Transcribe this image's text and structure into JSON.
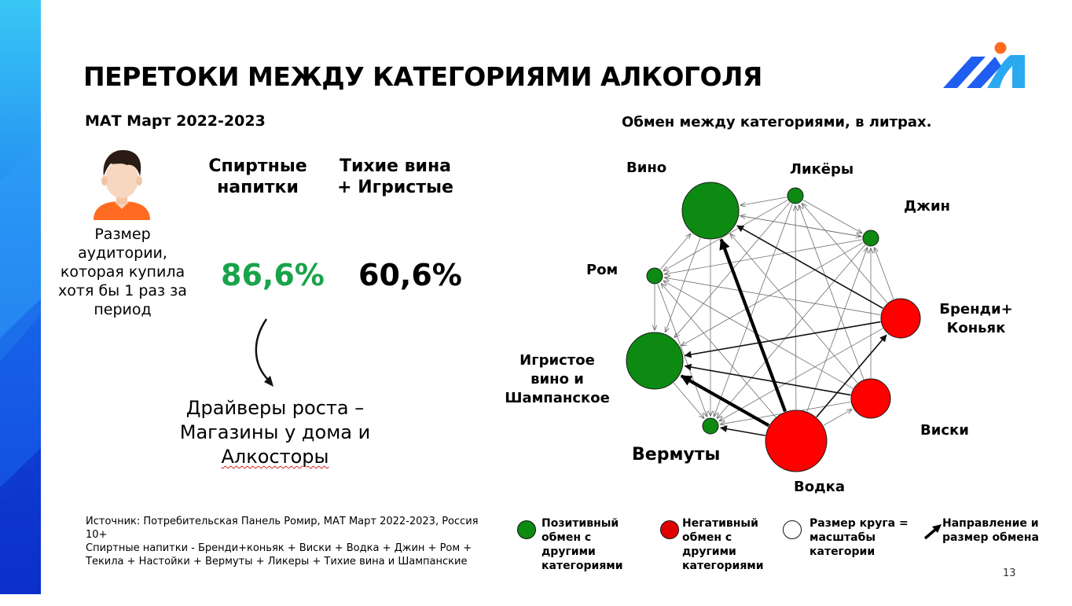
{
  "slide": {
    "title": "ПЕРЕТОКИ МЕЖДУ КАТЕГОРИЯМИ АЛКОГОЛЯ",
    "subtitle": "МАТ Март 2022-2023",
    "page_number": "13"
  },
  "audience": {
    "label": "Размер аудитории, которая купила хотя бы 1 раз за период",
    "columns": [
      {
        "header_line1": "Спиртные",
        "header_line2": "напитки",
        "value": "86,6%",
        "color": "#1aa34a"
      },
      {
        "header_line1": "Тихие вина",
        "header_line2": "+ Игристые",
        "value": "60,6%",
        "color": "#000000"
      }
    ]
  },
  "drivers": {
    "line1": "Драйверы роста –",
    "line2": "Магазины у дома и",
    "line3": "Алкосторы"
  },
  "source": {
    "line1": "Источник: Потребительская Панель Ромир, МАТ Март 2022-2023, Россия 10+",
    "line2": "Спиртные напитки - Бренди+коньяк + Виски + Водка + Джин + Ром + Текила + Настойки + Вермуты + Ликеры + Тихие вина и Шампанские"
  },
  "network": {
    "title": "Обмен между категориями, в литрах.",
    "colors": {
      "positive": "#0d8a12",
      "negative": "#ff0000"
    },
    "nodes": [
      {
        "id": "vino",
        "label": "Вино",
        "type": "positive",
        "relative_size": "large"
      },
      {
        "id": "likery",
        "label": "Ликёры",
        "type": "positive",
        "relative_size": "small"
      },
      {
        "id": "dzhin",
        "label": "Джин",
        "type": "positive",
        "relative_size": "small"
      },
      {
        "id": "brendi",
        "label": "Бренди+ Коньяк",
        "type": "negative",
        "relative_size": "medium"
      },
      {
        "id": "viski",
        "label": "Виски",
        "type": "negative",
        "relative_size": "medium"
      },
      {
        "id": "vodka",
        "label": "Водка",
        "type": "negative",
        "relative_size": "largest"
      },
      {
        "id": "vermuty",
        "label": "Вермуты",
        "type": "positive",
        "relative_size": "small"
      },
      {
        "id": "igristoe",
        "label": "Игристое вино и Шампанское",
        "type": "positive",
        "relative_size": "large"
      },
      {
        "id": "rom",
        "label": "Ром",
        "type": "positive",
        "relative_size": "small"
      }
    ],
    "flows": [
      {
        "from": "vodka",
        "to": "vino",
        "strength": "strong"
      },
      {
        "from": "vodka",
        "to": "igristoe",
        "strength": "strong"
      },
      {
        "from": "vodka",
        "to": "vermuty",
        "strength": "medium"
      },
      {
        "from": "brendi",
        "to": "vino",
        "strength": "medium"
      },
      {
        "from": "brendi",
        "to": "igristoe",
        "strength": "medium"
      },
      {
        "from": "viski",
        "to": "igristoe",
        "strength": "medium"
      },
      {
        "from": "vodka",
        "to": "brendi",
        "strength": "medium"
      },
      {
        "from": "viski",
        "to": "vermuty",
        "strength": "weak"
      },
      {
        "from": "vodka",
        "to": "viski",
        "strength": "weak"
      },
      {
        "from": "vodka",
        "to": "dzhin",
        "strength": "weak"
      },
      {
        "from": "vodka",
        "to": "likery",
        "strength": "weak"
      },
      {
        "from": "vodka",
        "to": "rom",
        "strength": "weak"
      },
      {
        "from": "viski",
        "to": "vino",
        "strength": "weak"
      },
      {
        "from": "viski",
        "to": "likery",
        "strength": "weak"
      },
      {
        "from": "viski",
        "to": "dzhin",
        "strength": "weak"
      },
      {
        "from": "viski",
        "to": "rom",
        "strength": "weak"
      },
      {
        "from": "brendi",
        "to": "likery",
        "strength": "weak"
      },
      {
        "from": "brendi",
        "to": "dzhin",
        "strength": "weak"
      },
      {
        "from": "brendi",
        "to": "rom",
        "strength": "weak"
      },
      {
        "from": "brendi",
        "to": "vermuty",
        "strength": "weak"
      },
      {
        "from": "likery",
        "to": "vino",
        "strength": "weak"
      },
      {
        "from": "likery",
        "to": "dzhin",
        "strength": "weak"
      },
      {
        "from": "likery",
        "to": "rom",
        "strength": "weak"
      },
      {
        "from": "likery",
        "to": "igristoe",
        "strength": "weak"
      },
      {
        "from": "likery",
        "to": "vermuty",
        "strength": "weak"
      },
      {
        "from": "dzhin",
        "to": "vino",
        "strength": "weak"
      },
      {
        "from": "dzhin",
        "to": "rom",
        "strength": "weak"
      },
      {
        "from": "dzhin",
        "to": "igristoe",
        "strength": "weak"
      },
      {
        "from": "dzhin",
        "to": "vermuty",
        "strength": "weak"
      },
      {
        "from": "rom",
        "to": "vino",
        "strength": "weak"
      },
      {
        "from": "rom",
        "to": "igristoe",
        "strength": "weak"
      },
      {
        "from": "rom",
        "to": "vermuty",
        "strength": "weak"
      },
      {
        "from": "vino",
        "to": "dzhin",
        "strength": "weak"
      },
      {
        "from": "vino",
        "to": "igristoe",
        "strength": "weak"
      },
      {
        "from": "vino",
        "to": "vermuty",
        "strength": "weak"
      },
      {
        "from": "igristoe",
        "to": "vermuty",
        "strength": "weak"
      }
    ]
  },
  "legend": {
    "positive": "Позитивный обмен с другими категориями",
    "negative": "Негативный обмен с другими категориями",
    "size": "Размер круга = масштабы категории",
    "arrow": "Направление и размер обмена"
  }
}
